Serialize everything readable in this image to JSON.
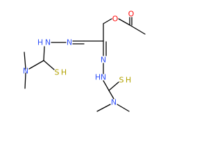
{
  "molecule": {
    "atoms": [
      {
        "id": "o_ester",
        "label": "O",
        "element": "O"
      },
      {
        "id": "o_carbonyl",
        "label": "O",
        "element": "O"
      },
      {
        "id": "n_imine_left",
        "label": "N",
        "element": "N"
      },
      {
        "id": "n_imine_right",
        "label": "N",
        "element": "N"
      },
      {
        "id": "nh_left",
        "label": "N",
        "element": "N",
        "h_label": "H"
      },
      {
        "id": "nh_right",
        "label": "N",
        "element": "N",
        "h_label": "H"
      },
      {
        "id": "n_dimethyl_left",
        "label": "N",
        "element": "N"
      },
      {
        "id": "n_dimethyl_right",
        "label": "N",
        "element": "N"
      },
      {
        "id": "s_left",
        "label": "S",
        "element": "S",
        "h_label": "H"
      },
      {
        "id": "s_right",
        "label": "S",
        "element": "S",
        "h_label": "H"
      }
    ],
    "colors": {
      "bond": "#000000",
      "O": "#ff0d0d",
      "N": "#3050f8",
      "S": "#b2a200"
    }
  }
}
